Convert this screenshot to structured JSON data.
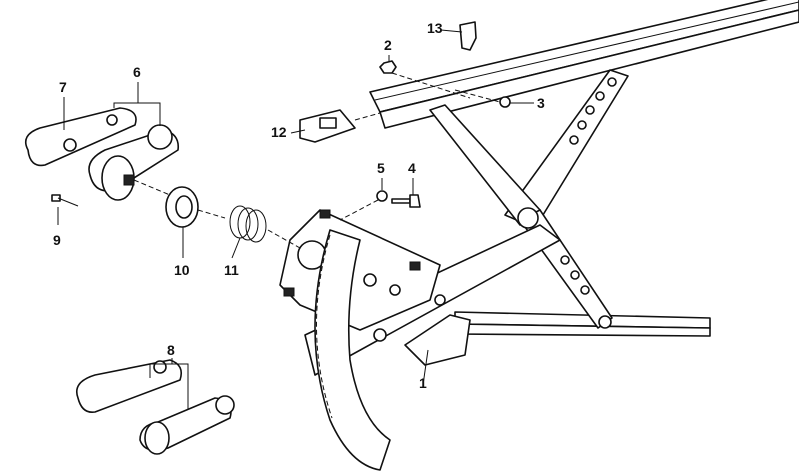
{
  "diagram": {
    "title": "Window regulator exploded parts diagram",
    "callouts": [
      {
        "id": "1",
        "label": "1"
      },
      {
        "id": "2",
        "label": "2"
      },
      {
        "id": "3",
        "label": "3"
      },
      {
        "id": "4",
        "label": "4"
      },
      {
        "id": "5",
        "label": "5"
      },
      {
        "id": "6",
        "label": "6"
      },
      {
        "id": "7",
        "label": "7"
      },
      {
        "id": "8",
        "label": "8"
      },
      {
        "id": "9",
        "label": "9"
      },
      {
        "id": "10",
        "label": "10"
      },
      {
        "id": "11",
        "label": "11"
      },
      {
        "id": "12",
        "label": "12"
      },
      {
        "id": "13",
        "label": "13"
      }
    ]
  }
}
